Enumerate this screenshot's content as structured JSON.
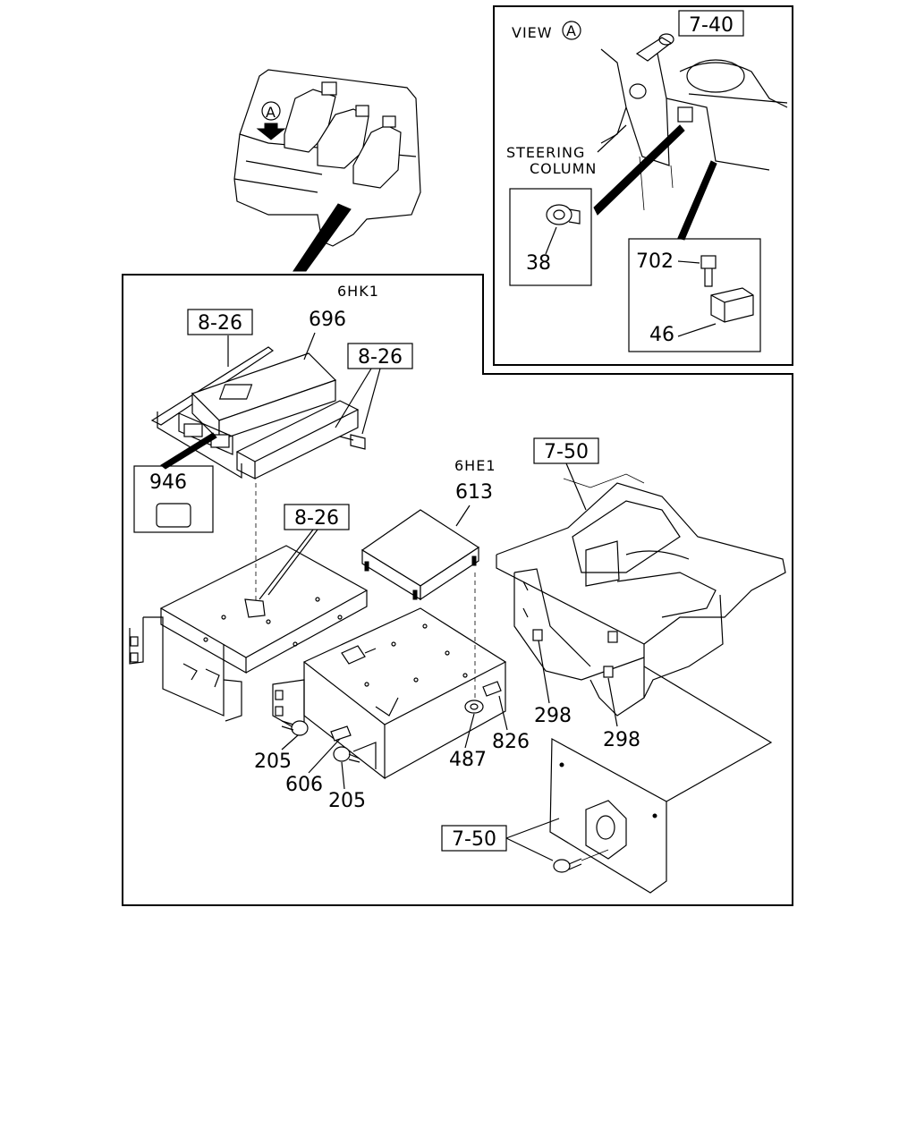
{
  "view": {
    "title": "VIEW",
    "marker": "A",
    "ref_top": "7-40",
    "steering_line1": "STEERING",
    "steering_line2": "COLUMN",
    "part_38": "38",
    "part_702": "702",
    "part_46": "46"
  },
  "cab": {
    "marker": "A"
  },
  "main": {
    "engine_6hk1": "6HK1",
    "engine_6he1": "6HE1",
    "ref_826_left": "8-26",
    "ref_826_right": "8-26",
    "ref_826_lower": "8-26",
    "ref_750_top": "7-50",
    "ref_750_bottom": "7-50",
    "part_696": "696",
    "part_946": "946",
    "part_613": "613",
    "part_298_a": "298",
    "part_298_b": "298",
    "part_826": "826",
    "part_487": "487",
    "part_205_a": "205",
    "part_606": "606",
    "part_205_b": "205"
  }
}
